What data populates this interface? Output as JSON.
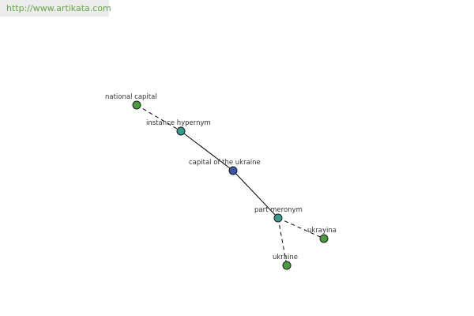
{
  "watermark": {
    "text": "http://www.artikata.com"
  },
  "colors": {
    "center_node": "#3e54a5",
    "relation_node": "#3a9b8c",
    "leaf_node": "#4e9a41",
    "watermark_text": "#66a34a"
  },
  "graph": {
    "nodes": [
      {
        "id": "national-capital",
        "label": "national capital",
        "kind": "leaf"
      },
      {
        "id": "instance-hypernym",
        "label": "instance hypernym",
        "kind": "relation"
      },
      {
        "id": "capital-of-the-ukraine",
        "label": "capital of the ukraine",
        "kind": "center"
      },
      {
        "id": "part-meronym",
        "label": "part meronym",
        "kind": "relation"
      },
      {
        "id": "ukrayina",
        "label": "ukrayina",
        "kind": "leaf"
      },
      {
        "id": "ukraine",
        "label": "ukraine",
        "kind": "leaf"
      }
    ],
    "edges": [
      {
        "from": "national-capital",
        "to": "instance-hypernym",
        "style": "dashed"
      },
      {
        "from": "instance-hypernym",
        "to": "capital-of-the-ukraine",
        "style": "solid"
      },
      {
        "from": "capital-of-the-ukraine",
        "to": "part-meronym",
        "style": "solid"
      },
      {
        "from": "part-meronym",
        "to": "ukrayina",
        "style": "dashed"
      },
      {
        "from": "part-meronym",
        "to": "ukraine",
        "style": "dashed"
      }
    ]
  }
}
